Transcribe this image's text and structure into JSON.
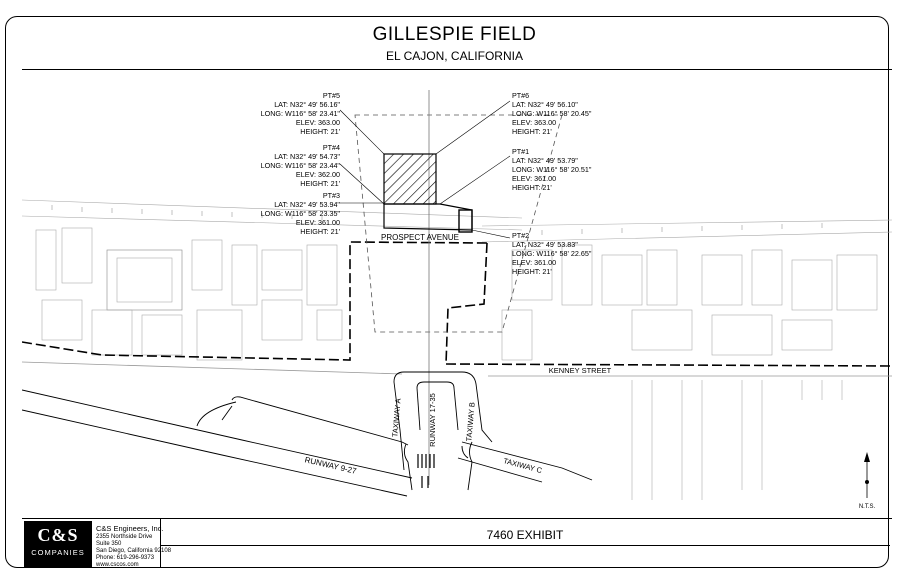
{
  "header": {
    "title": "GILLESPIE FIELD",
    "subtitle": "EL CAJON, CALIFORNIA"
  },
  "points": [
    {
      "id": "pt5",
      "lines": [
        "PT#5",
        "LAT: N32° 49' 56.16\"",
        "LONG: W116° 58' 23.41\"",
        "ELEV: 363.00",
        "HEIGHT: 21'"
      ]
    },
    {
      "id": "pt4",
      "lines": [
        "PT#4",
        "LAT: N32° 49' 54.73\"",
        "LONG: W116° 58' 23.44\"",
        "ELEV: 362.00",
        "HEIGHT: 21'"
      ]
    },
    {
      "id": "pt3",
      "lines": [
        "PT#3",
        "LAT: N32° 49' 53.94\"",
        "LONG: W116° 58' 23.35\"",
        "ELEV: 361.00",
        "HEIGHT: 21'"
      ]
    },
    {
      "id": "pt6",
      "lines": [
        "PT#6",
        "LAT: N32° 49' 56.10\"",
        "LONG: W116° 58' 20.45\"",
        "ELEV: 363.00",
        "HEIGHT: 21'"
      ]
    },
    {
      "id": "pt1",
      "lines": [
        "PT#1",
        "LAT: N32° 49' 53.79\"",
        "LONG: W116° 58' 20.51\"",
        "ELEV: 361.00",
        "HEIGHT: 21'"
      ]
    },
    {
      "id": "pt2",
      "lines": [
        "PT#2",
        "LAT: N32° 49' 53.83\"",
        "LONG: W116° 58' 22.65\"",
        "ELEV: 361.00",
        "HEIGHT: 21'"
      ]
    }
  ],
  "labels": {
    "prospect": "PROSPECT AVENUE",
    "kenney": "KENNEY STREET",
    "taxiway_a": "TAXIWAY A",
    "taxiway_b": "TAXIWAY B",
    "taxiway_c": "TAXIWAY C",
    "runway_1735": "RUNWAY 17-35",
    "runway_927": "RUNWAY 9-27",
    "nts": "N.T.S."
  },
  "footer": {
    "logo_main": "C&S",
    "logo_sub": "COMPANIES",
    "company_name": "C&S Engineers, Inc.",
    "address_lines": [
      "2355 Northside Drive",
      "Suite 350",
      "San Diego, California 92108",
      "Phone: 619-296-9373",
      "www.cscos.com"
    ],
    "exhibit_title": "7460 EXHIBIT"
  }
}
